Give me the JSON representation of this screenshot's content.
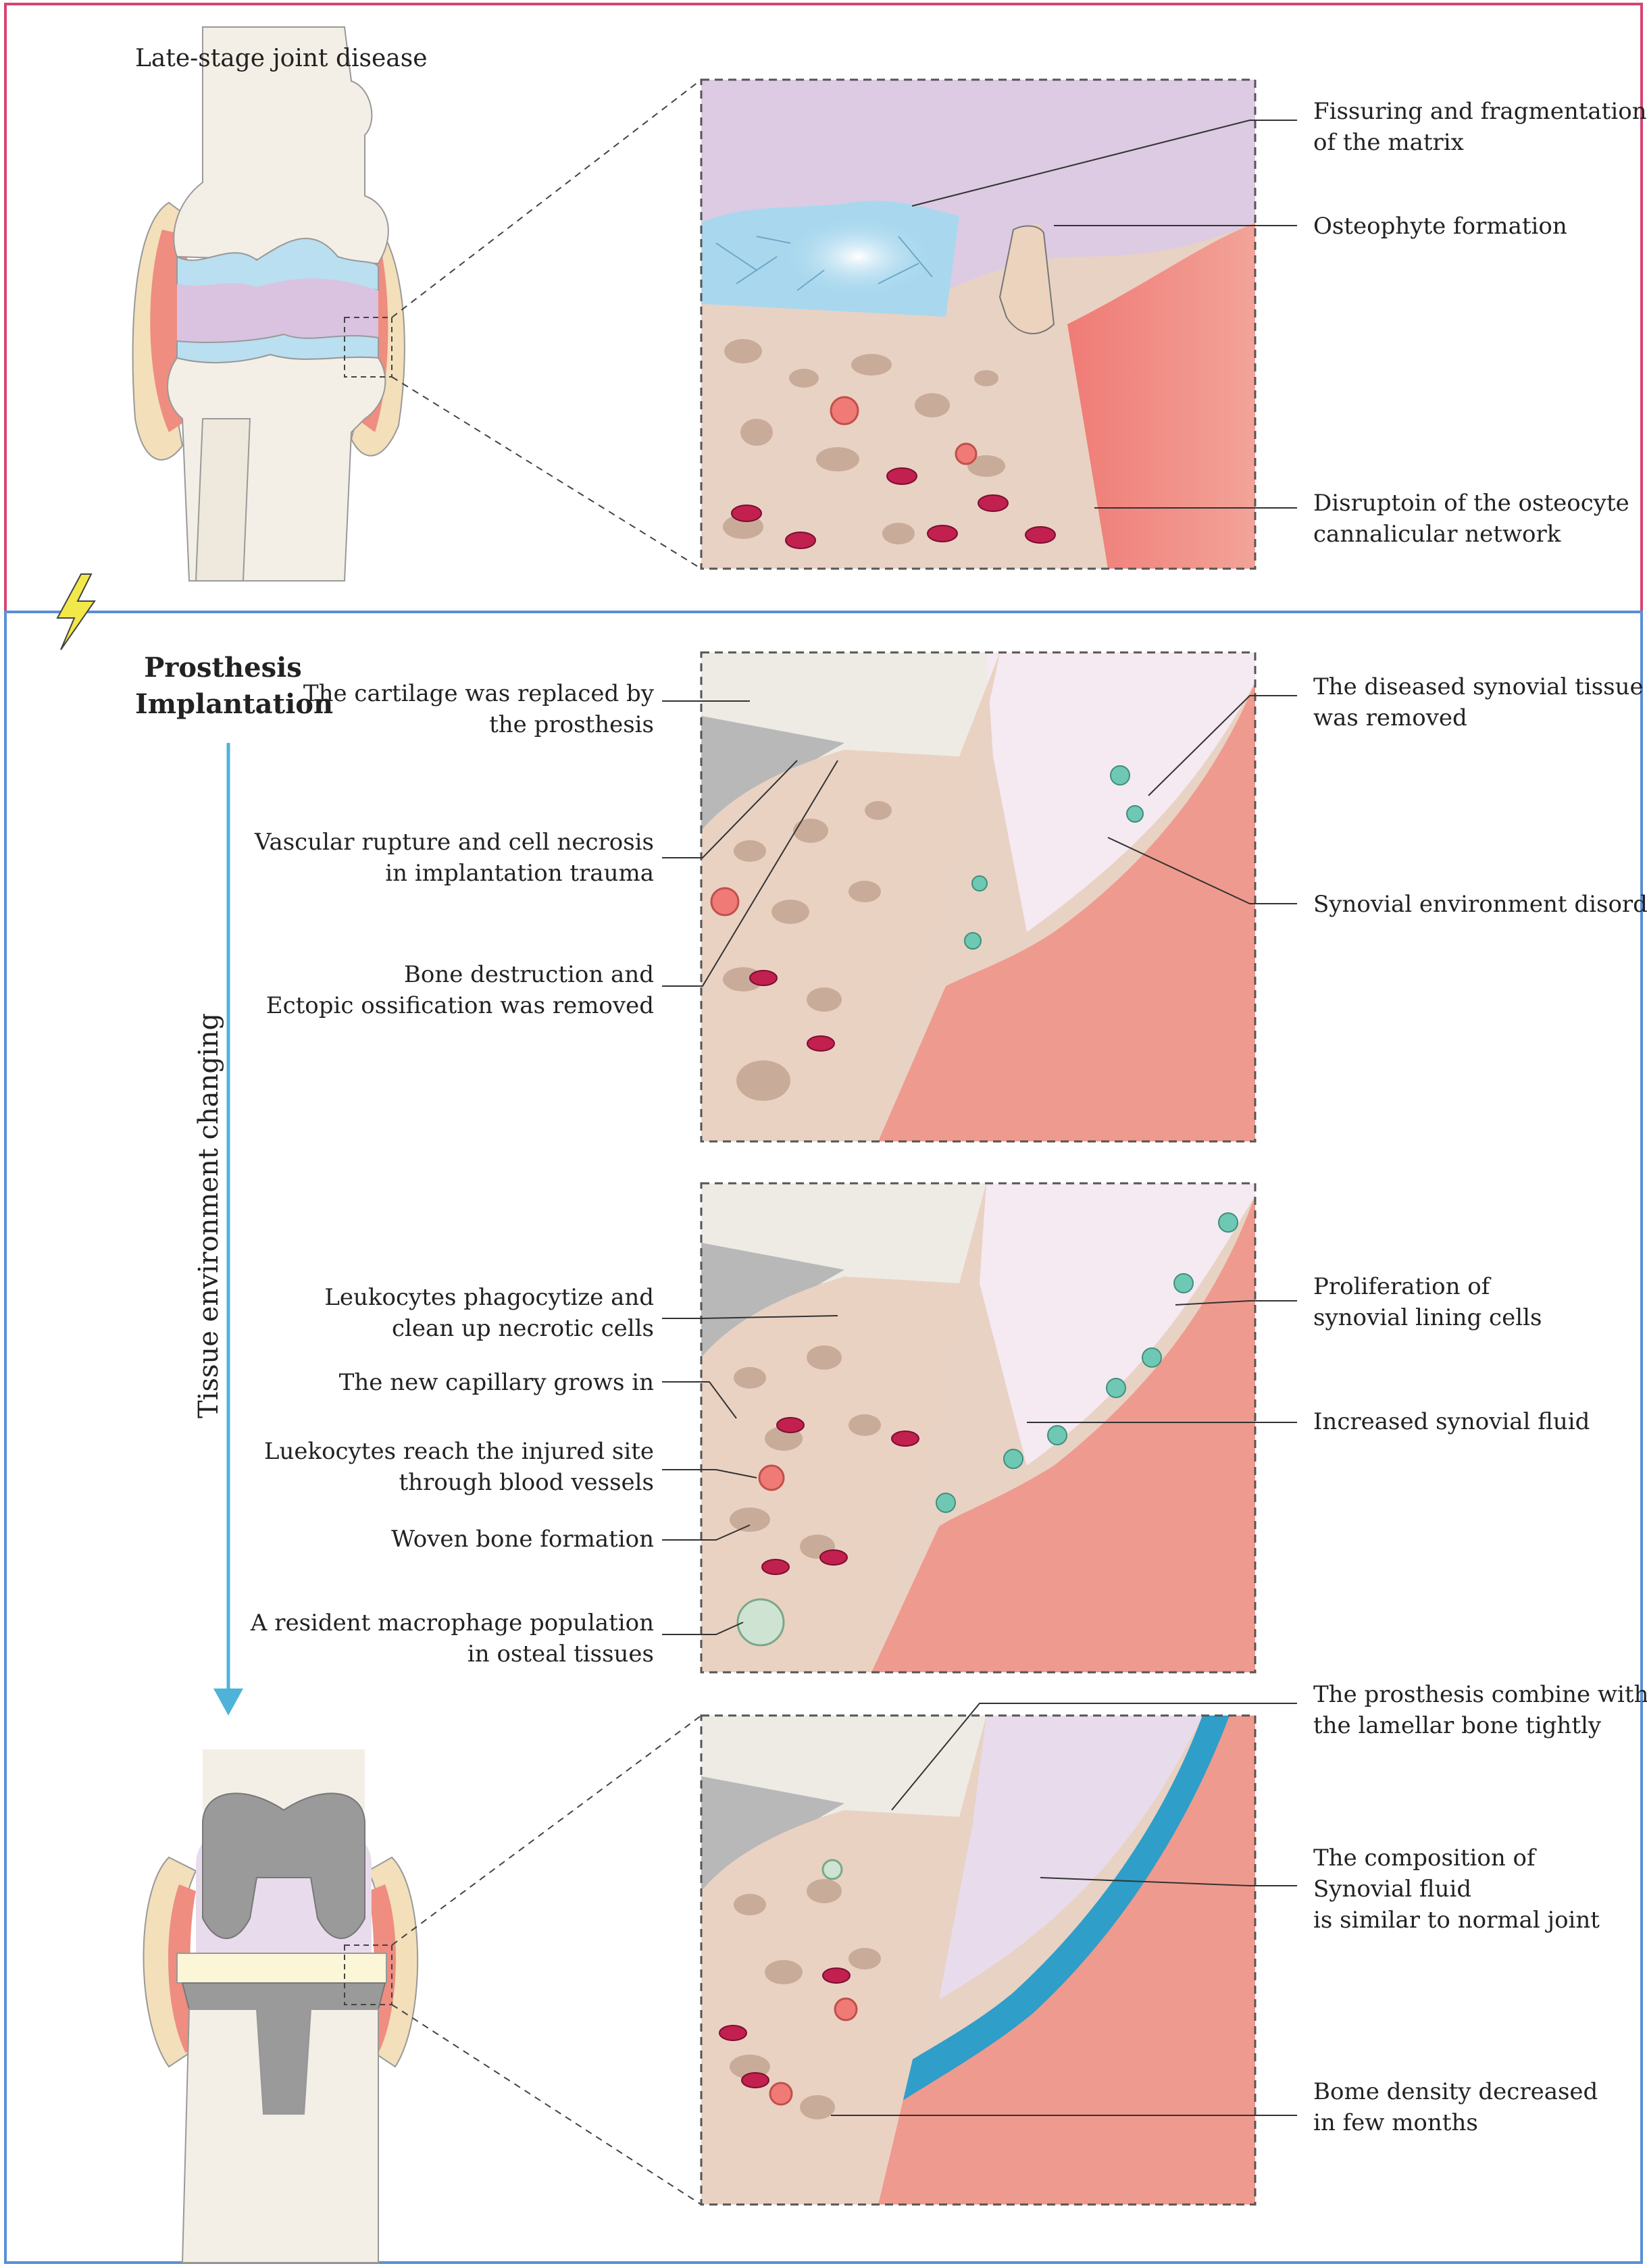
{
  "top_section": {
    "title": "Late-stage joint disease",
    "labels": {
      "fissuring": [
        "Fissuring and fragmentation",
        "of the matrix"
      ],
      "osteophyte": [
        "Osteophyte formation"
      ],
      "disruption": [
        "Disruptoin of the osteocyte",
        "cannalicular network"
      ]
    }
  },
  "process": {
    "event": [
      "Prosthesis",
      "Implantation"
    ],
    "arrow_label": "Tissue environment changing"
  },
  "panel2": {
    "left_labels": {
      "cartilage": [
        "The cartilage was replaced by",
        "the prosthesis"
      ],
      "vascular": [
        "Vascular rupture and cell necrosis",
        "in implantation trauma"
      ],
      "bone": [
        "Bone destruction and",
        "Ectopic ossification was removed"
      ]
    },
    "right_labels": {
      "synovial_removed": [
        "The diseased synovial tissue",
        "was removed"
      ],
      "synovial_disorder": [
        "Synovial environment disorder"
      ]
    }
  },
  "panel3": {
    "left_labels": {
      "leukocytes": [
        "Leukocytes phagocytize and",
        "clean up necrotic cells"
      ],
      "capillary": [
        "The new capillary grows in"
      ],
      "reach": [
        "Luekocytes reach the injured site",
        "through blood vessels"
      ],
      "woven": [
        "Woven bone formation"
      ],
      "macrophage": [
        "A resident macrophage population",
        "in osteal tissues"
      ]
    },
    "right_labels": {
      "proliferation": [
        "Proliferation of",
        "synovial lining cells"
      ],
      "fluid": [
        "Increased synovial fluid"
      ]
    }
  },
  "panel4": {
    "right_labels": {
      "combine": [
        "The prosthesis combine with",
        "the lamellar bone tightly"
      ],
      "composition": [
        "The composition of",
        "Synovial fluid",
        "is similar to  normal joint"
      ],
      "density": [
        "Bome density decreased",
        "in few months"
      ]
    }
  },
  "colors": {
    "top_frame": "#d9436f",
    "bottom_frame": "#5b8fd6",
    "arrow": "#4fb3d9",
    "synovium": "#ee9a8e",
    "bone": "#ead2c3",
    "cartilage": "#a9d8ee",
    "lightning": "#f3e84a"
  }
}
